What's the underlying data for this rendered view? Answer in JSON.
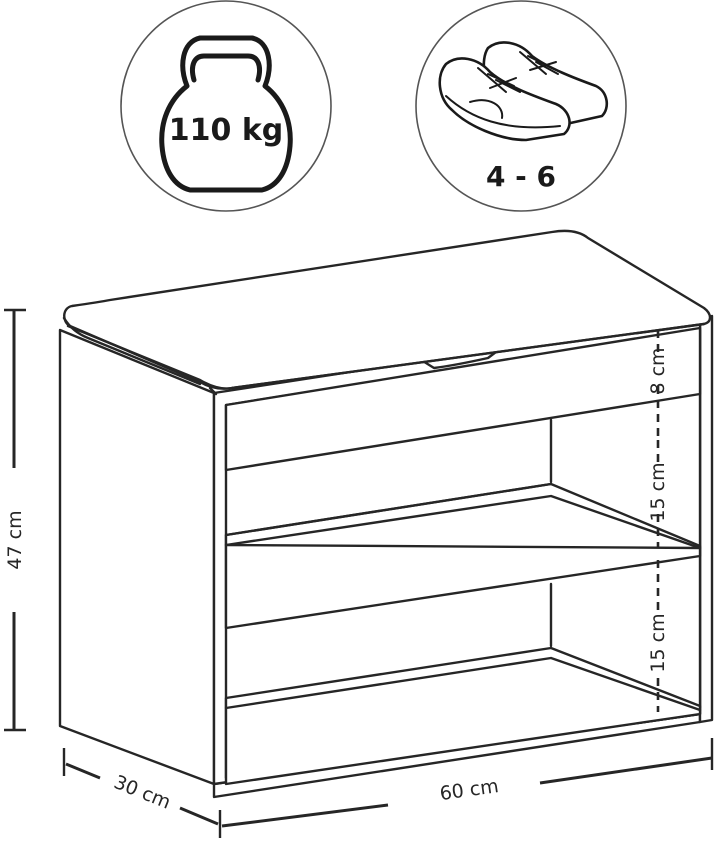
{
  "badges": {
    "weight_capacity": "110 kg",
    "pairs_of_shoes": "4 - 6"
  },
  "dimensions": {
    "height": "47 cm",
    "depth": "30 cm",
    "width": "60 cm",
    "drawer_height": "8 cm",
    "upper_shelf_height": "15 cm",
    "lower_shelf_height": "15 cm"
  },
  "icons": [
    "kettlebell-icon",
    "sneakers-icon"
  ]
}
